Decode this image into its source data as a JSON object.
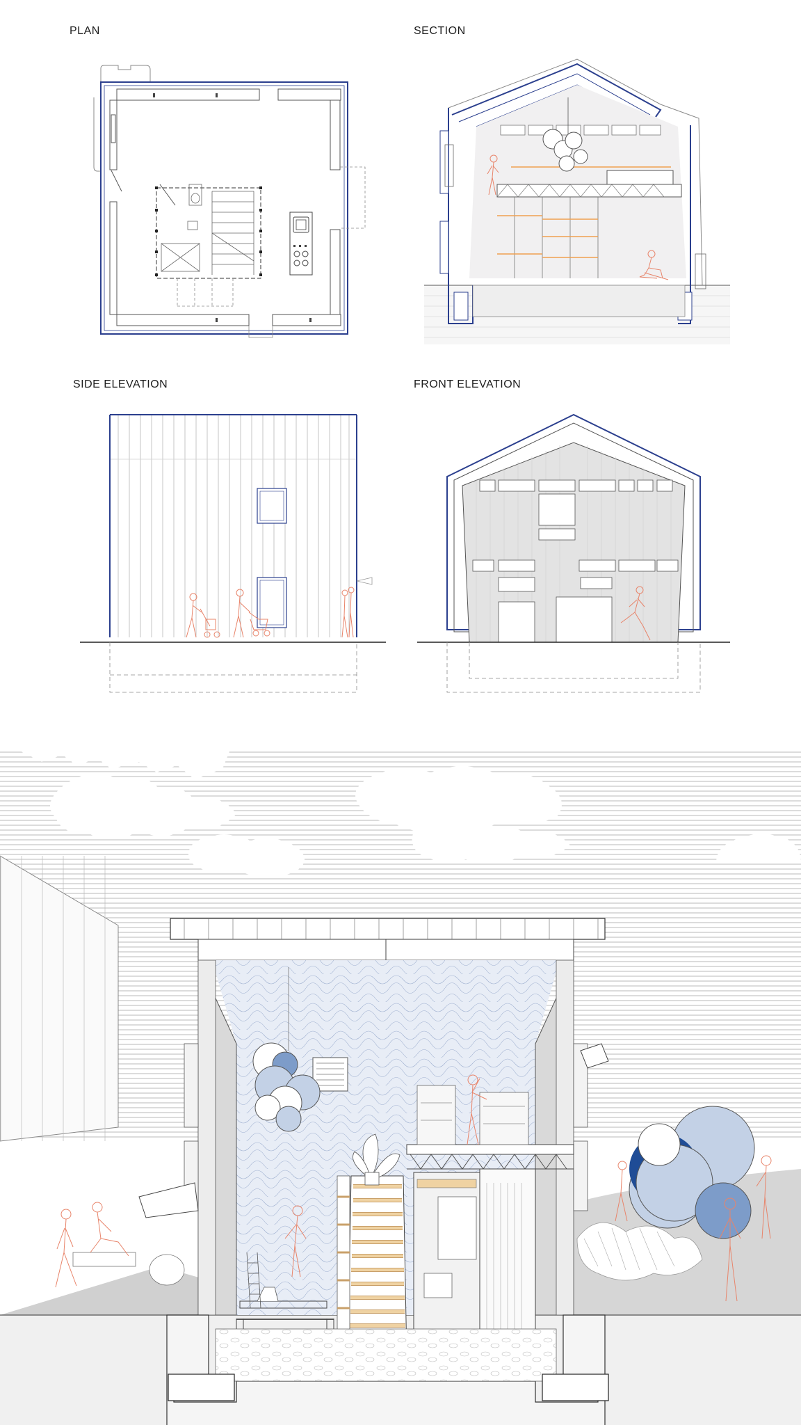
{
  "labels": {
    "plan": "PLAN",
    "section": "SECTION",
    "side_elevation": "SIDE ELEVATION",
    "front_elevation": "FRONT ELEVATION"
  },
  "colors": {
    "outline_blue": "#2b3f8e",
    "line_gray": "#8a8a8a",
    "figure_orange": "#e8846a",
    "accent_orange": "#f0a050",
    "cloud_blue": "#c3d1e6",
    "cloud_mid_blue": "#7d9cc9",
    "cloud_dark_blue": "#1f4c96",
    "stair_wood": "#efd2a2",
    "panel_gray": "#d9d9d9",
    "ground_gray": "#c9c9c9"
  },
  "icons": {
    "plan": "floor-plan-drawing",
    "section": "building-section-drawing",
    "side_elevation": "side-elevation-drawing",
    "front_elevation": "front-elevation-drawing",
    "perspective": "sectional-perspective-drawing"
  }
}
